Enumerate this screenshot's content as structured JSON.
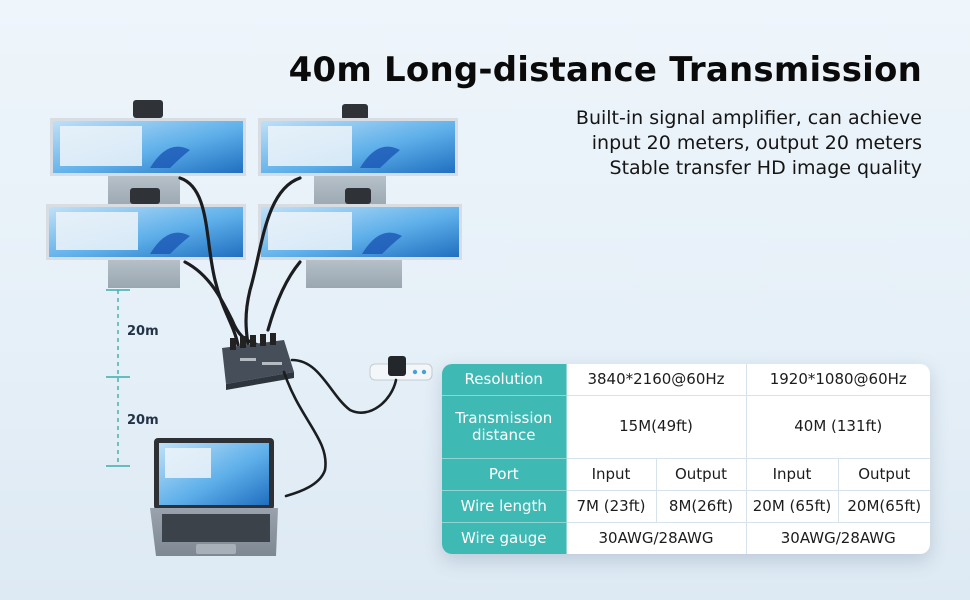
{
  "header": {
    "title": "40m Long-distance Transmission",
    "lines": [
      "Built-in signal amplifier, can achieve",
      "input 20 meters, output 20 meters",
      "Stable transfer HD image quality"
    ]
  },
  "measurements": {
    "upper": "20m",
    "lower": "20m"
  },
  "spec_table": {
    "rows": [
      {
        "label": "Resolution",
        "cells": [
          "3840*2160@60Hz",
          "1920*1080@60Hz"
        ]
      },
      {
        "label": "Transmission distance",
        "cells": [
          "15M(49ft)",
          "40M (131ft)"
        ]
      },
      {
        "label": "Port",
        "cells": [
          "Input",
          "Output",
          "Input",
          "Output"
        ]
      },
      {
        "label": "Wire length",
        "cells": [
          "7M (23ft)",
          "8M(26ft)",
          "20M (65ft)",
          "20M(65ft)"
        ]
      },
      {
        "label": "Wire gauge",
        "cells": [
          "30AWG/28AWG",
          "30AWG/28AWG"
        ]
      }
    ]
  },
  "colors": {
    "table_header": "#3fb9b4",
    "screen": "#2b8fd6",
    "device": "#3a4350"
  }
}
